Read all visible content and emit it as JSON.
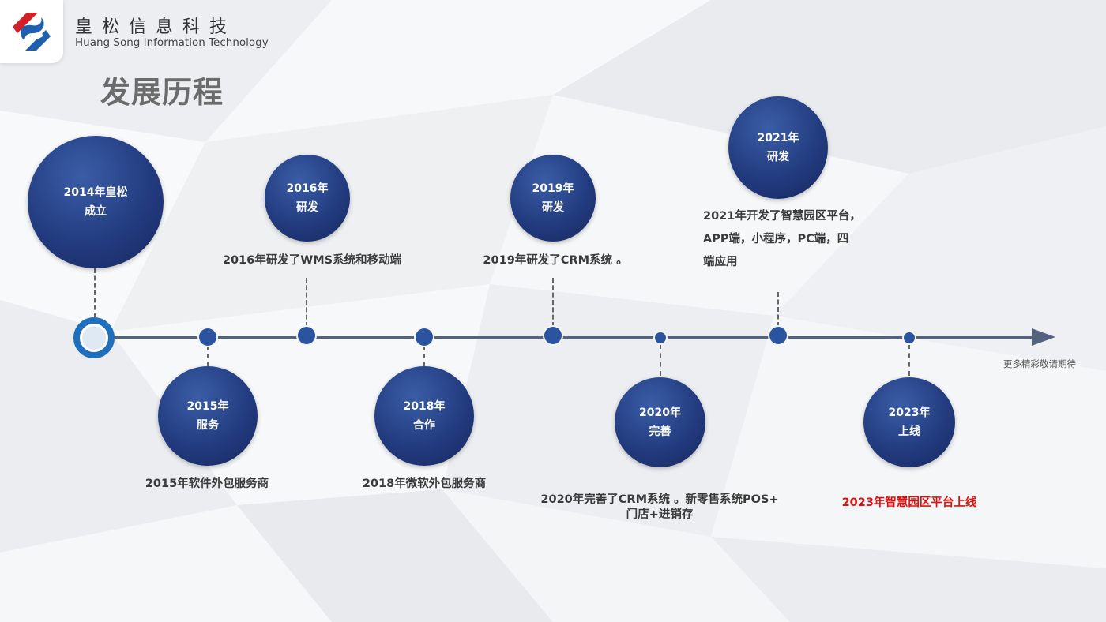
{
  "header": {
    "company_cn": "皇松信息科技",
    "company_en": "Huang Song Information Technology",
    "logo_icon": "huangsong-logo-icon",
    "page_title": "发展历程"
  },
  "timeline": {
    "more_text": "更多精彩敬请期待",
    "axis_color": "#53627e",
    "circle_color": "#233c80",
    "highlight_color": "#e01010",
    "milestones": [
      {
        "id": "2014",
        "line1": "2014年皇松",
        "line2": "成立",
        "desc": ""
      },
      {
        "id": "2015",
        "line1": "2015年",
        "line2": "服务",
        "desc": "2015年软件外包服务商"
      },
      {
        "id": "2016",
        "line1": "2016年",
        "line2": "研发",
        "desc": "2016年研发了WMS系统和移动端"
      },
      {
        "id": "2018",
        "line1": "2018年",
        "line2": "合作",
        "desc": "2018年微软外包服务商"
      },
      {
        "id": "2019",
        "line1": "2019年",
        "line2": "研发",
        "desc": "2019年研发了CRM系统 。"
      },
      {
        "id": "2020",
        "line1": "2020年",
        "line2": "完善",
        "desc_line1": "2020年完善了CRM系统 。新零售系统POS+",
        "desc_line2": "门店+进销存"
      },
      {
        "id": "2021",
        "line1": "2021年",
        "line2": "研发",
        "desc_line1": "2021年开发了智慧园区平台，",
        "desc_line2": "APP端，小程序，PC端，四",
        "desc_line3": "端应用"
      },
      {
        "id": "2023",
        "line1": "2023年",
        "line2": "上线",
        "desc": "2023年智慧园区平台上线"
      }
    ]
  }
}
